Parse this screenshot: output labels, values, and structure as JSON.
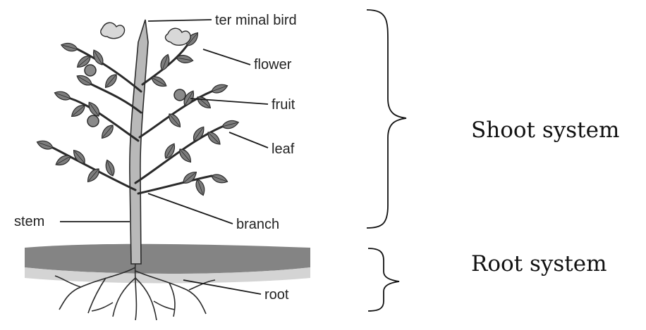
{
  "labels": {
    "terminal_bud": "ter minal bird",
    "flower": "flower",
    "fruit": "fruit",
    "leaf": "leaf",
    "stem": "stem",
    "branch": "branch",
    "root": "root"
  },
  "systems": {
    "shoot": "Shoot system",
    "root": "Root system"
  },
  "colors": {
    "ink": "#1a1a1a",
    "soil": "#6f6f6f",
    "stem": "#b9b9b9",
    "leaf": "#7d7d7d",
    "background": "#ffffff"
  }
}
